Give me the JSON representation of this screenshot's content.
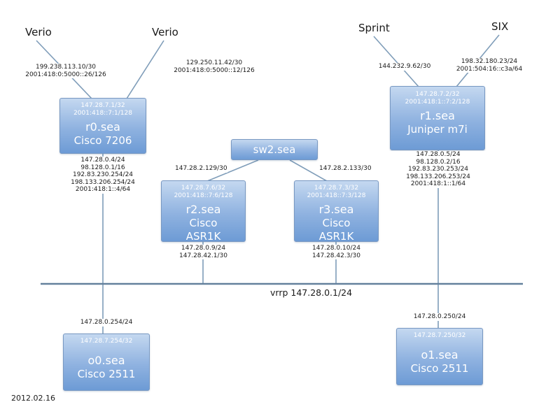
{
  "colors": {
    "line": "#7f9db9",
    "line-bus": "#64819d",
    "node-top": "#c4d8f0",
    "node-mid": "#8fb2e0",
    "node-bottom": "#6d9bd5",
    "node-border": "#7898c2",
    "node-text": "#ffffff"
  },
  "uplinks": [
    {
      "name": "Verio",
      "ip_lines": [
        "199.238.113.10/30",
        "2001:418:0:5000::26/126"
      ]
    },
    {
      "name": "Verio",
      "ip_lines": [
        "129.250.11.42/30",
        "2001:418:0:5000::12/126"
      ]
    },
    {
      "name": "Sprint",
      "ip_lines": [
        "144.232.9.62/30"
      ]
    },
    {
      "name": "SIX",
      "ip_lines": [
        "198.32.180.23/24",
        "2001:504:16::c3a/64"
      ]
    }
  ],
  "nodes": {
    "r0": {
      "ip_lines": [
        "147.28.7.1/32",
        "2001:418::7:1/128"
      ],
      "name": "r0.sea",
      "model": "Cisco 7206"
    },
    "r1": {
      "ip_lines": [
        "147.28.7.2/32",
        "2001:418:1::7:2/128"
      ],
      "name": "r1.sea",
      "model": "Juniper m7i"
    },
    "sw2": {
      "name": "sw2.sea"
    },
    "r2": {
      "ip_lines": [
        "147.28.7.6/32",
        "2001:418::7:6/128"
      ],
      "name": "r2.sea",
      "model_lines": [
        "Cisco",
        "ASR1K"
      ]
    },
    "r3": {
      "ip_lines": [
        "147.28.7.3/32",
        "2001:418::7:3/128"
      ],
      "name": "r3.sea",
      "model_lines": [
        "Cisco",
        "ASR1K"
      ]
    },
    "o0": {
      "ip_lines": [
        "147.28.7.254/32"
      ],
      "name": "o0.sea",
      "model": "Cisco 2511"
    },
    "o1": {
      "ip_lines": [
        "147.28.7.250/32"
      ],
      "name": "o1.sea",
      "model": "Cisco 2511"
    }
  },
  "annotations": {
    "r0_lan": [
      "147.28.0.4/24",
      "98.128.0.1/16",
      "192.83.230.254/24",
      "198.133.206.254/24",
      "2001:418:1::4/64"
    ],
    "r1_lan": [
      "147.28.0.5/24",
      "98.128.0.2/16",
      "192.83.230.253/24",
      "198.133.206.253/24",
      "2001:418:1::1/64"
    ],
    "sw2_r2_link": "147.28.2.129/30",
    "sw2_r3_link": "147.28.2.133/30",
    "r2_lan": [
      "147.28.0.9/24",
      "147.28.42.1/30"
    ],
    "r3_lan": [
      "147.28.0.10/24",
      "147.28.42.3/30"
    ],
    "vrrp": "vrrp 147.28.0.1/24",
    "o0_lan": "147.28.0.254/24",
    "o1_lan": "147.28.0.250/24"
  },
  "footer": {
    "date": "2012.02.16"
  }
}
